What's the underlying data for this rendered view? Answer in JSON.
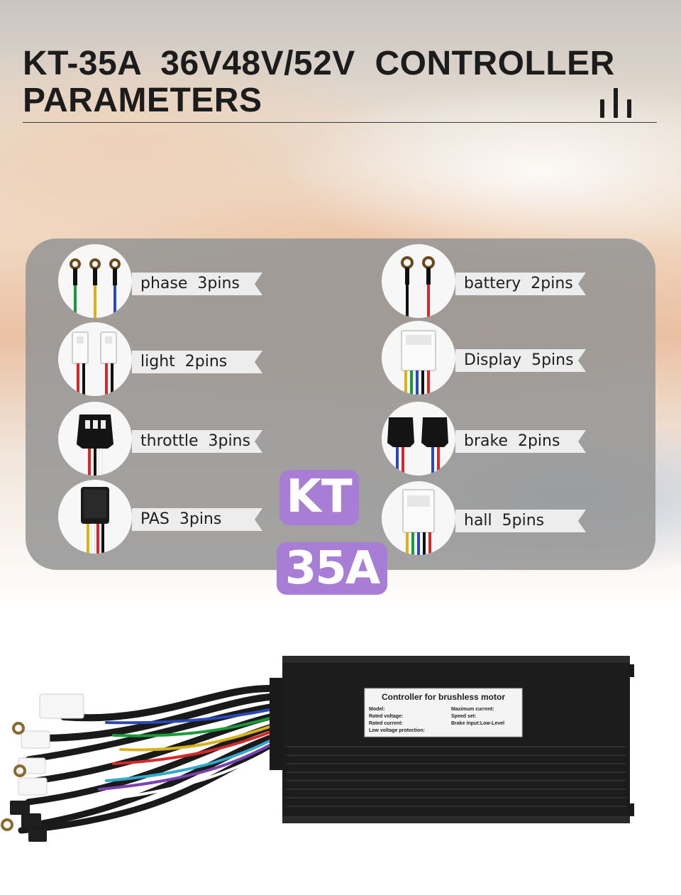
{
  "header": {
    "title_line1": "KT-35A  36V48V/52V  CONTROLLER",
    "title_line2": "PARAMETERS"
  },
  "connectors": {
    "phase": "phase  3pins",
    "light": "light  2pins",
    "throttle": "throttle  3pins",
    "pas": "PAS  3pins",
    "battery": "battery  2pins",
    "display": "Display  5pins",
    "brake": "brake  2pins",
    "hall": "hall  5pins"
  },
  "badges": {
    "brand": "KT",
    "current": "35A"
  },
  "controller_label": {
    "heading": "Controller for brushless motor",
    "model": "Model:",
    "rated_voltage": "Rated voltage:",
    "rated_current": "Rated current:",
    "low_voltage": "Low voltage protection:",
    "max_current": "Maximum current:",
    "speed_set": "Speed set:",
    "brake_input": "Brake input:Low-Level"
  },
  "colors": {
    "title": "#1c1c1c",
    "panel": "#969696",
    "badge": "#a77dd6",
    "band": "#ededed"
  }
}
